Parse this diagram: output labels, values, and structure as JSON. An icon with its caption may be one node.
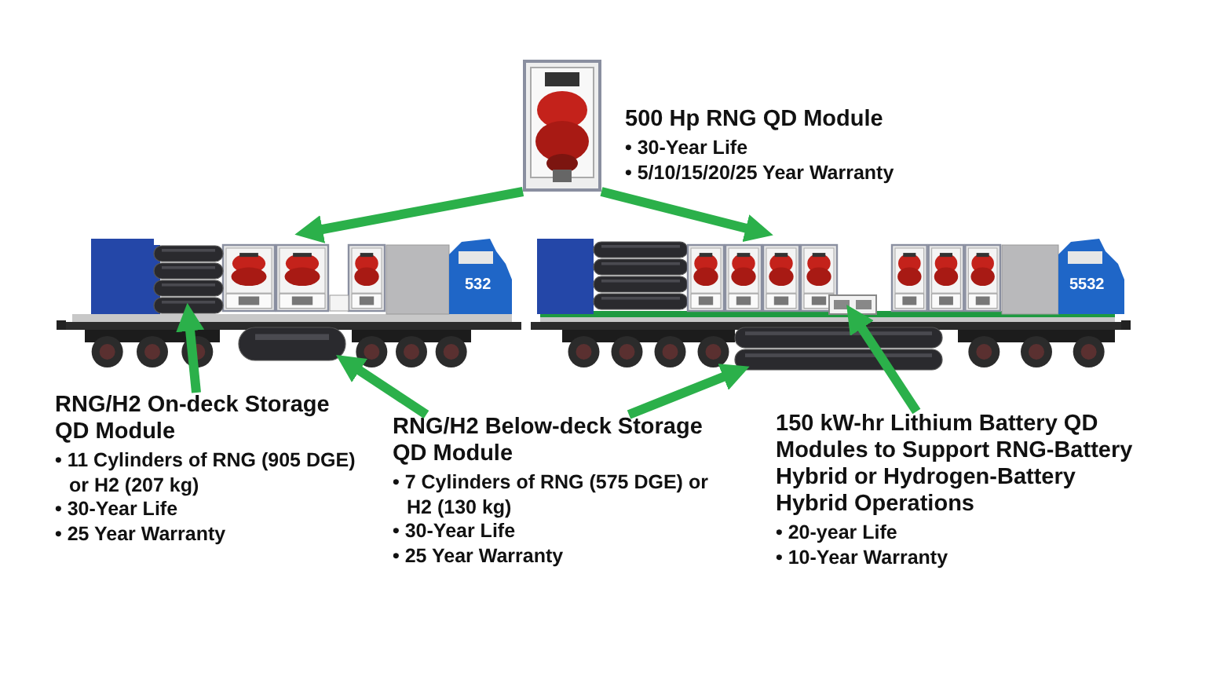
{
  "diagram": {
    "nodes": [
      {
        "text": [],
        "shape": "picture",
        "beside": [
          "500 Hp RNG QD Module",
          "• 30-Year Life",
          "• 5/10/15/20/25 Year Warranty"
        ]
      },
      {
        "text": [],
        "shape": "picture"
      },
      {
        "text": [],
        "shape": "cylinder",
        "in": 1
      },
      {
        "text": [],
        "shape": "cylinder",
        "in": 1
      },
      {
        "text": [],
        "shape": "picture"
      },
      {
        "text": [],
        "shape": "cylinder",
        "in": 4
      },
      {
        "text": [],
        "shape": "box",
        "in": 4
      },
      {
        "text": [
          "RNG/H2 On-deck Storage QD Module",
          "• 11 Cylinders of RNG (905 DGE) or H2 (207 kg)",
          "• 30-Year Life",
          "• 25 Year Warranty"
        ]
      },
      {
        "text": [
          "RNG/H2 Below-deck Storage QD Module",
          "• 7 Cylinders of RNG (575 DGE) or H2 (130 kg)",
          "• 30-Year Life",
          "• 25 Year Warranty"
        ]
      },
      {
        "text": [
          "150 kW-hr Lithium Battery QD Modules to Support RNG-Battery Hybrid or Hydrogen-Battery Hybrid Operations",
          "•  20-year Life",
          "•  10-Year Warranty"
        ]
      }
    ],
    "edges": [
      {
        "from": 0,
        "to": 1,
        "arrow": "to"
      },
      {
        "from": 0,
        "to": 4,
        "arrow": "to"
      },
      {
        "from": 7,
        "to": 2,
        "arrow": "to"
      },
      {
        "from": 8,
        "to": 3,
        "arrow": "to"
      },
      {
        "from": 8,
        "to": 5,
        "arrow": "to"
      },
      {
        "from": 9,
        "to": 6,
        "arrow": "to"
      }
    ],
    "labels": [
      "532",
      "5532"
    ]
  }
}
